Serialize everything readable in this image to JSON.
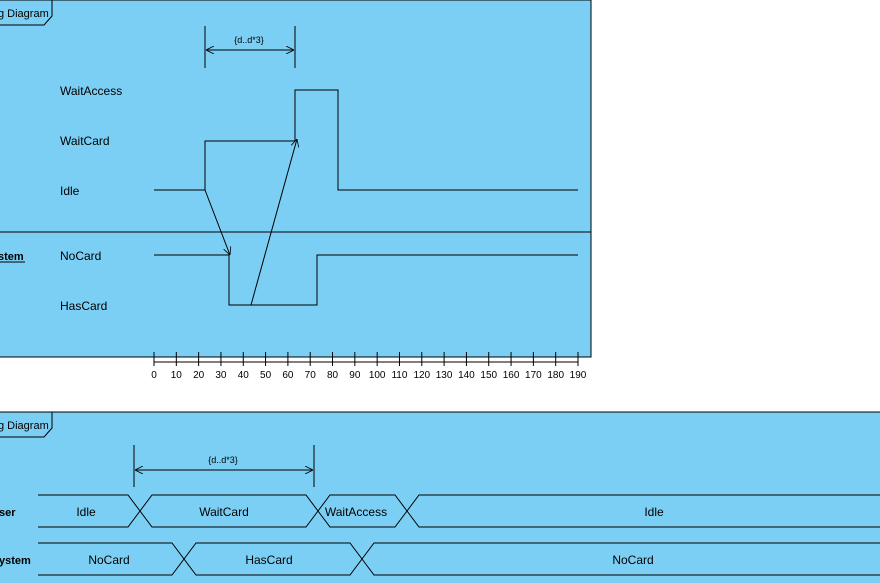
{
  "colors": {
    "frame_fill": "#7ccff4",
    "line": "#000000",
    "background": "#ffffff"
  },
  "diagram1": {
    "frame_title": "g Diagram",
    "lifeline_label": "stem",
    "constraint_label": "{d..d*3}",
    "states_top": [
      "WaitAccess",
      "WaitCard",
      "Idle"
    ],
    "states_bottom": [
      "NoCard",
      "HasCard"
    ],
    "ticks": [
      "0",
      "10",
      "20",
      "30",
      "40",
      "50",
      "60",
      "70",
      "80",
      "90",
      "100",
      "110",
      "120",
      "130",
      "140",
      "150",
      "160",
      "170",
      "180",
      "190"
    ]
  },
  "diagram2": {
    "frame_title": "g Diagram",
    "constraint_label": "{d..d*3}",
    "lifeline_1_label": "ser",
    "lifeline_2_label": "ystem",
    "lifeline_1_states": [
      "Idle",
      "WaitCard",
      "WaitAccess",
      "Idle"
    ],
    "lifeline_2_states": [
      "NoCard",
      "HasCard",
      "NoCard"
    ]
  }
}
